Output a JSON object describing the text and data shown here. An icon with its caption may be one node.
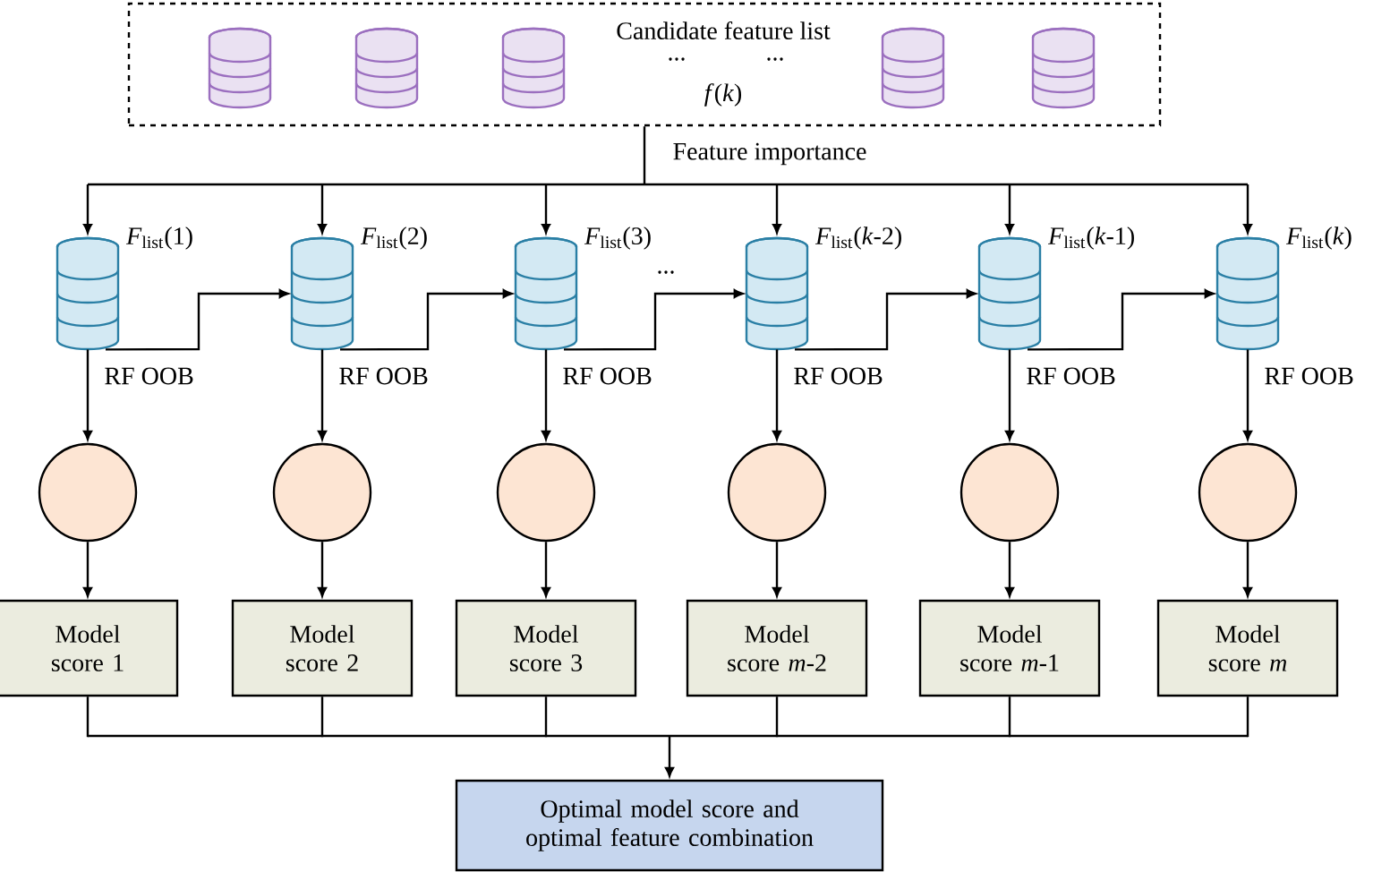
{
  "diagram": {
    "nodes": [
      {
        "text": [
          "Candidate feature list",
          "*f*(*k*)"
        ]
      },
      {
        "text": [],
        "shape": "cylinder",
        "beside": [
          "*F*$_{list}$(1)"
        ]
      },
      {
        "text": [],
        "shape": "cylinder",
        "beside": [
          "*F*$_{list}$(2)"
        ]
      },
      {
        "text": [],
        "shape": "cylinder",
        "beside": [
          "*F*$_{list}$(3)"
        ]
      },
      {
        "text": [],
        "shape": "cylinder",
        "beside": [
          "*F*$_{list}$(*k*-2)"
        ]
      },
      {
        "text": [],
        "shape": "cylinder",
        "beside": [
          "*F*$_{list}$(*k*-1)"
        ]
      },
      {
        "text": [],
        "shape": "cylinder",
        "beside": [
          "*F*$_{list}$(*k*)"
        ]
      },
      {
        "text": [],
        "shape": "circle"
      },
      {
        "text": [],
        "shape": "circle"
      },
      {
        "text": [],
        "shape": "circle"
      },
      {
        "text": [],
        "shape": "circle"
      },
      {
        "text": [],
        "shape": "circle"
      },
      {
        "text": [],
        "shape": "circle"
      },
      {
        "text": [
          "Model score 1"
        ]
      },
      {
        "text": [
          "Model score 2"
        ]
      },
      {
        "text": [
          "Model score 3"
        ]
      },
      {
        "text": [
          "Model score *m*-2"
        ]
      },
      {
        "text": [
          "Model score *m*-1"
        ]
      },
      {
        "text": [
          "Model score *m*"
        ]
      },
      {
        "text": [
          "Optimal model score and optimal feature combination"
        ]
      }
    ],
    "edges": [
      {
        "from": 0,
        "to": 1,
        "arrow": "to",
        "label": "Feature importance"
      },
      {
        "from": 0,
        "to": 2,
        "arrow": "to"
      },
      {
        "from": 0,
        "to": 3,
        "arrow": "to"
      },
      {
        "from": 0,
        "to": 4,
        "arrow": "to"
      },
      {
        "from": 0,
        "to": 5,
        "arrow": "to"
      },
      {
        "from": 0,
        "to": 6,
        "arrow": "to"
      },
      {
        "from": 1,
        "to": 2,
        "arrow": "to"
      },
      {
        "from": 2,
        "to": 3,
        "arrow": "to"
      },
      {
        "from": 3,
        "to": 4,
        "arrow": "to",
        "label": "..."
      },
      {
        "from": 4,
        "to": 5,
        "arrow": "to"
      },
      {
        "from": 5,
        "to": 6,
        "arrow": "to"
      },
      {
        "from": 1,
        "to": 7,
        "arrow": "to",
        "label": "RF OOB"
      },
      {
        "from": 2,
        "to": 8,
        "arrow": "to",
        "label": "RF OOB"
      },
      {
        "from": 3,
        "to": 9,
        "arrow": "to",
        "label": "RF OOB"
      },
      {
        "from": 4,
        "to": 10,
        "arrow": "to",
        "label": "RF OOB"
      },
      {
        "from": 5,
        "to": 11,
        "arrow": "to",
        "label": "RF OOB"
      },
      {
        "from": 6,
        "to": 12,
        "arrow": "to",
        "label": "RF OOB"
      },
      {
        "from": 7,
        "to": 13,
        "arrow": "to"
      },
      {
        "from": 8,
        "to": 14,
        "arrow": "to"
      },
      {
        "from": 9,
        "to": 15,
        "arrow": "to"
      },
      {
        "from": 10,
        "to": 16,
        "arrow": "to"
      },
      {
        "from": 11,
        "to": 17,
        "arrow": "to"
      },
      {
        "from": 12,
        "to": 18,
        "arrow": "to"
      },
      {
        "from": 13,
        "to": 19,
        "arrow": "to"
      },
      {
        "from": 14,
        "to": 19,
        "arrow": "to"
      },
      {
        "from": 15,
        "to": 19,
        "arrow": "to"
      },
      {
        "from": 16,
        "to": 19,
        "arrow": "to"
      },
      {
        "from": 17,
        "to": 19,
        "arrow": "to"
      },
      {
        "from": 18,
        "to": 19,
        "arrow": "to"
      }
    ],
    "labels": [
      "...",
      "..."
    ]
  }
}
